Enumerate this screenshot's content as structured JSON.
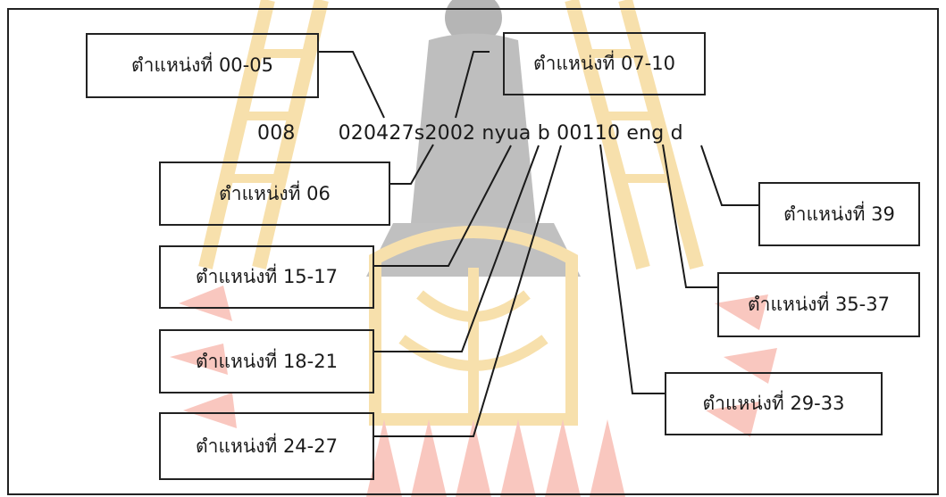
{
  "record": {
    "tag": "008",
    "value": "020427s2002 nyua b 00110 eng d"
  },
  "positions": [
    {
      "id": "p00_05",
      "label": "ตำแหน่งที่ 00-05"
    },
    {
      "id": "p07_10",
      "label": "ตำแหน่งที่ 07-10"
    },
    {
      "id": "p06",
      "label": "ตำแหน่งที่ 06"
    },
    {
      "id": "p15_17",
      "label": "ตำแหน่งที่ 15-17"
    },
    {
      "id": "p18_21",
      "label": "ตำแหน่งที่ 18-21"
    },
    {
      "id": "p24_27",
      "label": "ตำแหน่งที่ 24-27"
    },
    {
      "id": "p39",
      "label": "ตำแหน่งที่ 39"
    },
    {
      "id": "p35_37",
      "label": "ตำแหน่งที่ 35-37"
    },
    {
      "id": "p29_33",
      "label": "ตำแหน่งที่ 29-33"
    }
  ],
  "colors": {
    "watermark_gold": "#f3dca0",
    "watermark_red": "#f7b7ad",
    "watermark_gray": "#8c8c8c"
  }
}
